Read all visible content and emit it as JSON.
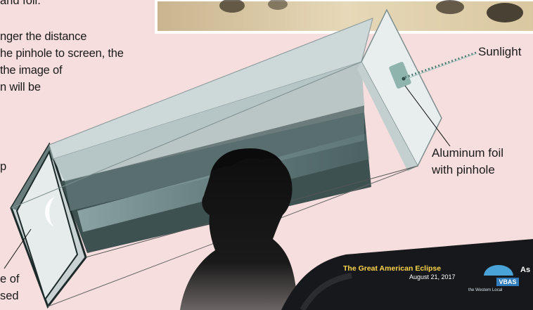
{
  "text": {
    "top_fragment": "and foil.",
    "paragraph_lines": [
      "nger the distance",
      "he pinhole to screen, the",
      "the image of",
      "n will be"
    ],
    "fragment_p": "p",
    "fragment_e_of": "e of",
    "fragment_sed": "sed",
    "sunlight": "Sunlight",
    "foil_line1": "Aluminum foil",
    "foil_line2": "with pinhole"
  },
  "branding": {
    "title": "The Great American Eclipse",
    "date": "August 21, 2017",
    "logo": "VBAS",
    "name_fragment": "As",
    "tagline": "the Western Local"
  },
  "colors": {
    "background": "#f7dede",
    "box_outer": "#c9d6d8",
    "box_inner_dark": "#3e5151",
    "silhouette": "#111111",
    "brand_panel": "#17181b",
    "brand_yellow": "#ffd54a"
  }
}
